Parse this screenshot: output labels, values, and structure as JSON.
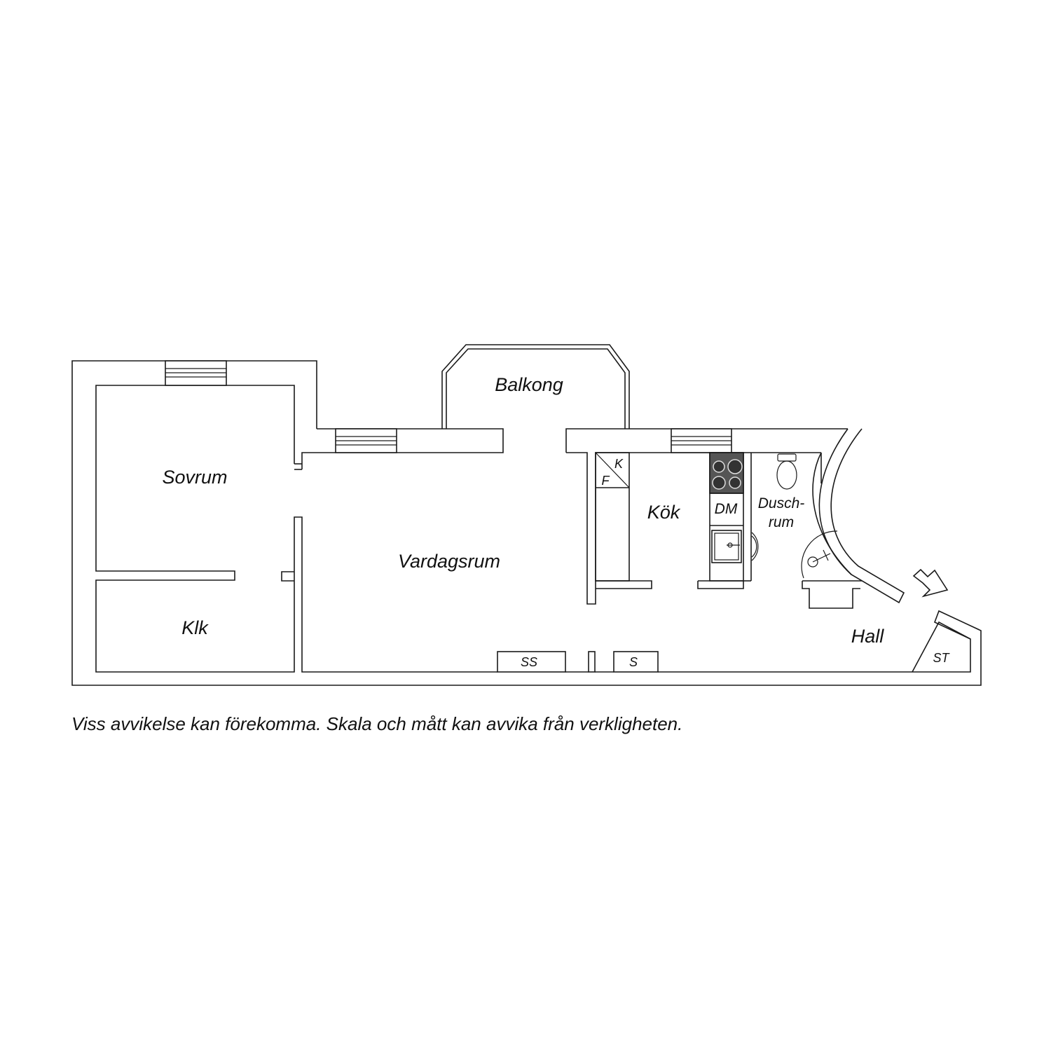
{
  "rooms": {
    "bedroom": "Sovrum",
    "closet": "Klk",
    "living_room": "Vardagsrum",
    "balcony": "Balkong",
    "kitchen": "Kök",
    "shower_room_line1": "Dusch-",
    "shower_room_line2": "rum",
    "hall": "Hall"
  },
  "fixtures": {
    "fridge": "K",
    "freezer": "F",
    "dishwasher": "DM",
    "wardrobe_ss": "SS",
    "wardrobe_s": "S",
    "storage_st": "ST"
  },
  "disclaimer": "Viss avvikelse kan förekomma. Skala och mått kan avvika från verkligheten.",
  "colors": {
    "line": "#1a1a1a",
    "background": "#ffffff",
    "hob": "#555555"
  }
}
